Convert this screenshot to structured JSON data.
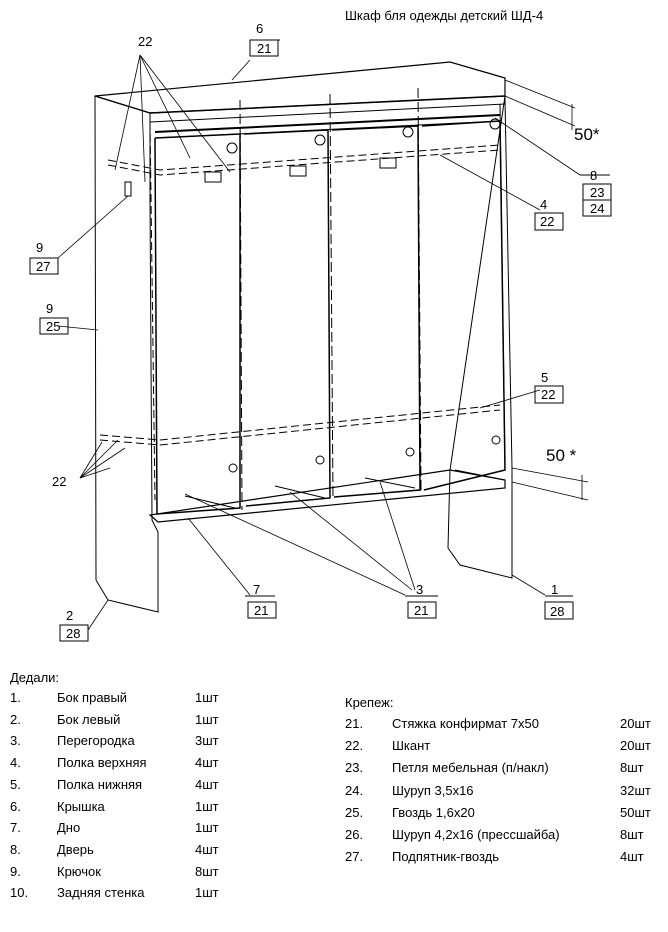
{
  "title": "Шкаф бля одежды детский ШД-4",
  "callouts": [
    {
      "top": "22",
      "bottom": ""
    },
    {
      "top": "6",
      "bottom": "21"
    },
    {
      "top": "8",
      "bottom": "23",
      "extra": "24"
    },
    {
      "top": "4",
      "bottom": "22"
    },
    {
      "top": "9",
      "bottom": "27"
    },
    {
      "top": "9",
      "bottom": "25"
    },
    {
      "top": "5",
      "bottom": "22"
    },
    {
      "top": "22",
      "bottom": ""
    },
    {
      "top": "7",
      "bottom": "21"
    },
    {
      "top": "3",
      "bottom": "21"
    },
    {
      "top": "1",
      "bottom": "28"
    },
    {
      "top": "2",
      "bottom": "28"
    }
  ],
  "dimensions": [
    "50*",
    "50 *"
  ],
  "parts_title": "Дедали:",
  "parts": [
    {
      "num": "1.",
      "name": "Бок правый",
      "qty": "1шт"
    },
    {
      "num": "2.",
      "name": "Бок левый",
      "qty": "1шт"
    },
    {
      "num": "3.",
      "name": "Перегородка",
      "qty": "3шт"
    },
    {
      "num": "4.",
      "name": "Полка верхняя",
      "qty": "4шт"
    },
    {
      "num": "5.",
      "name": "Полка нижняя",
      "qty": "4шт"
    },
    {
      "num": "6.",
      "name": "Крышка",
      "qty": "1шт"
    },
    {
      "num": "7.",
      "name": "Дно",
      "qty": "1шт"
    },
    {
      "num": "8.",
      "name": "Дверь",
      "qty": "4шт"
    },
    {
      "num": "9.",
      "name": "Крючок",
      "qty": "8шт"
    },
    {
      "num": "10.",
      "name": "Задняя стенка",
      "qty": "1шт"
    }
  ],
  "fasteners_title": "Крепеж:",
  "fasteners": [
    {
      "num": "21.",
      "name": "Стяжка конфирмат 7х50",
      "qty": "20шт"
    },
    {
      "num": "22.",
      "name": "Шкант",
      "qty": "20шт"
    },
    {
      "num": "23.",
      "name": "Петля мебельная (п/накл)",
      "qty": "8шт"
    },
    {
      "num": "24.",
      "name": "Шуруп 3,5х16",
      "qty": "32шт"
    },
    {
      "num": "25.",
      "name": "Гвоздь 1,6х20",
      "qty": "50шт"
    },
    {
      "num": "26.",
      "name": "Шуруп 4,2х16 (прессшайба)",
      "qty": "8шт"
    },
    {
      "num": "27.",
      "name": "Подпятник-гвоздь",
      "qty": "4шт"
    }
  ]
}
